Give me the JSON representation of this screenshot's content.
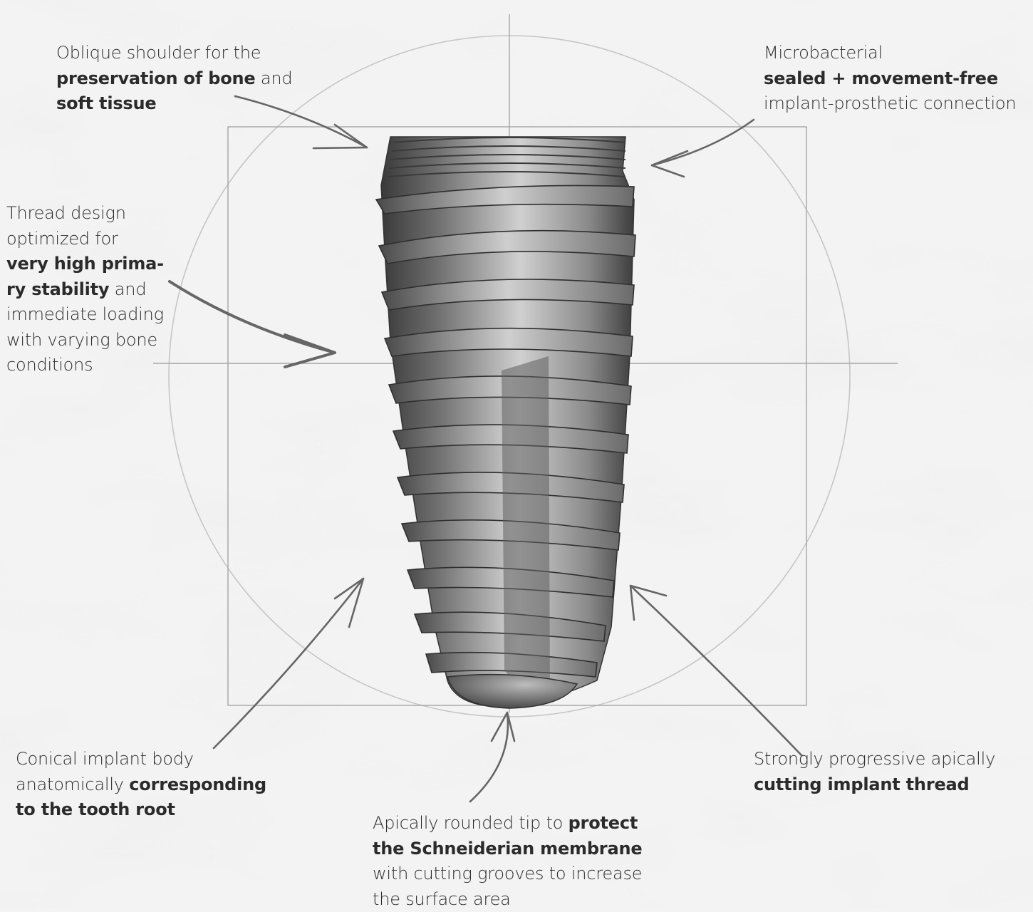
{
  "annotations": {
    "oblique_shoulder": {
      "l1": "Oblique shoulder for the",
      "l2_bold": "preservation of bone",
      "l2_rest": " and",
      "l3_bold": "soft tissue"
    },
    "microbacterial": {
      "l1": "Microbacterial",
      "l2_bold": "sealed + movement-free",
      "l3": "implant-prosthetic connection"
    },
    "thread_design": {
      "l1": "Thread design",
      "l2": "optimized for",
      "l3_bold": "very high prima-",
      "l4_bold": "ry stability",
      "l4_rest": " and",
      "l5": "immediate loading",
      "l6": "with varying bone",
      "l7": "conditions"
    },
    "conical_body": {
      "l1": "Conical implant body",
      "l2_pre": "anatomically ",
      "l2_bold": "corresponding",
      "l3_bold": "to the tooth root"
    },
    "rounded_tip": {
      "l1_pre": "Apically rounded tip to ",
      "l1_bold": "protect",
      "l2_bold": "the Schneiderian membrane",
      "l3": "with cutting grooves to increase",
      "l4": "the surface area"
    },
    "cutting_thread": {
      "l1": "Strongly progressive apically",
      "l2_bold": "cutting implant thread"
    }
  },
  "colors": {
    "background": "#f3f3f3",
    "text": "#2b2b2b",
    "sketch_line": "#9a9a9a",
    "arrow": "#6b6b6b",
    "implant_dark": "#3e3e3e",
    "implant_light": "#c9c9c9"
  }
}
